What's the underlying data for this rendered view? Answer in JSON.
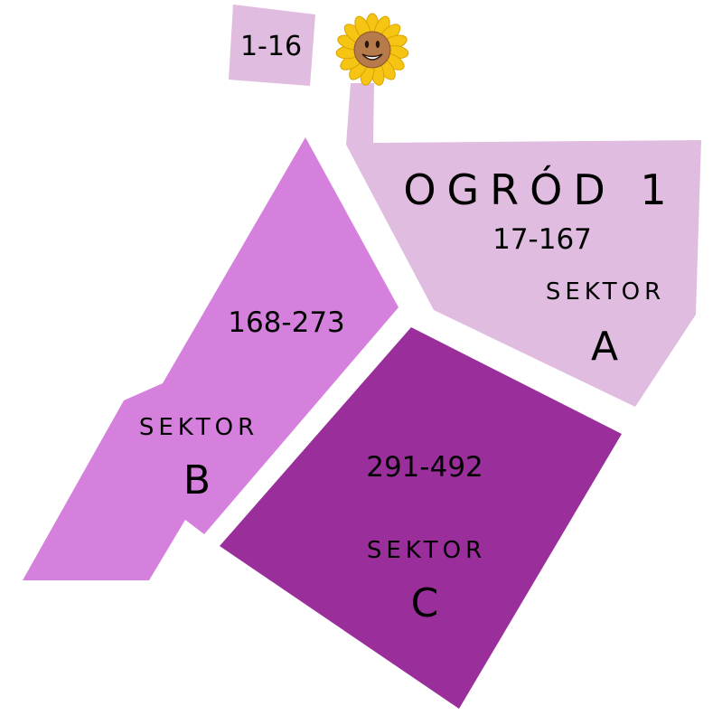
{
  "map": {
    "title": "OGRÓD 1",
    "colors": {
      "sector_a": "#e0bde0",
      "sector_b": "#d580dd",
      "sector_c": "#9a2f9c"
    },
    "small_plot": {
      "range": "1-16"
    },
    "sectors": [
      {
        "id": "A",
        "word": "SEKTOR",
        "letter": "A",
        "range": "17-167"
      },
      {
        "id": "B",
        "word": "SEKTOR",
        "letter": "B",
        "range": "168-273"
      },
      {
        "id": "C",
        "word": "SEKTOR",
        "letter": "C",
        "range": "291-492"
      }
    ],
    "icon": "sunflower-icon"
  }
}
